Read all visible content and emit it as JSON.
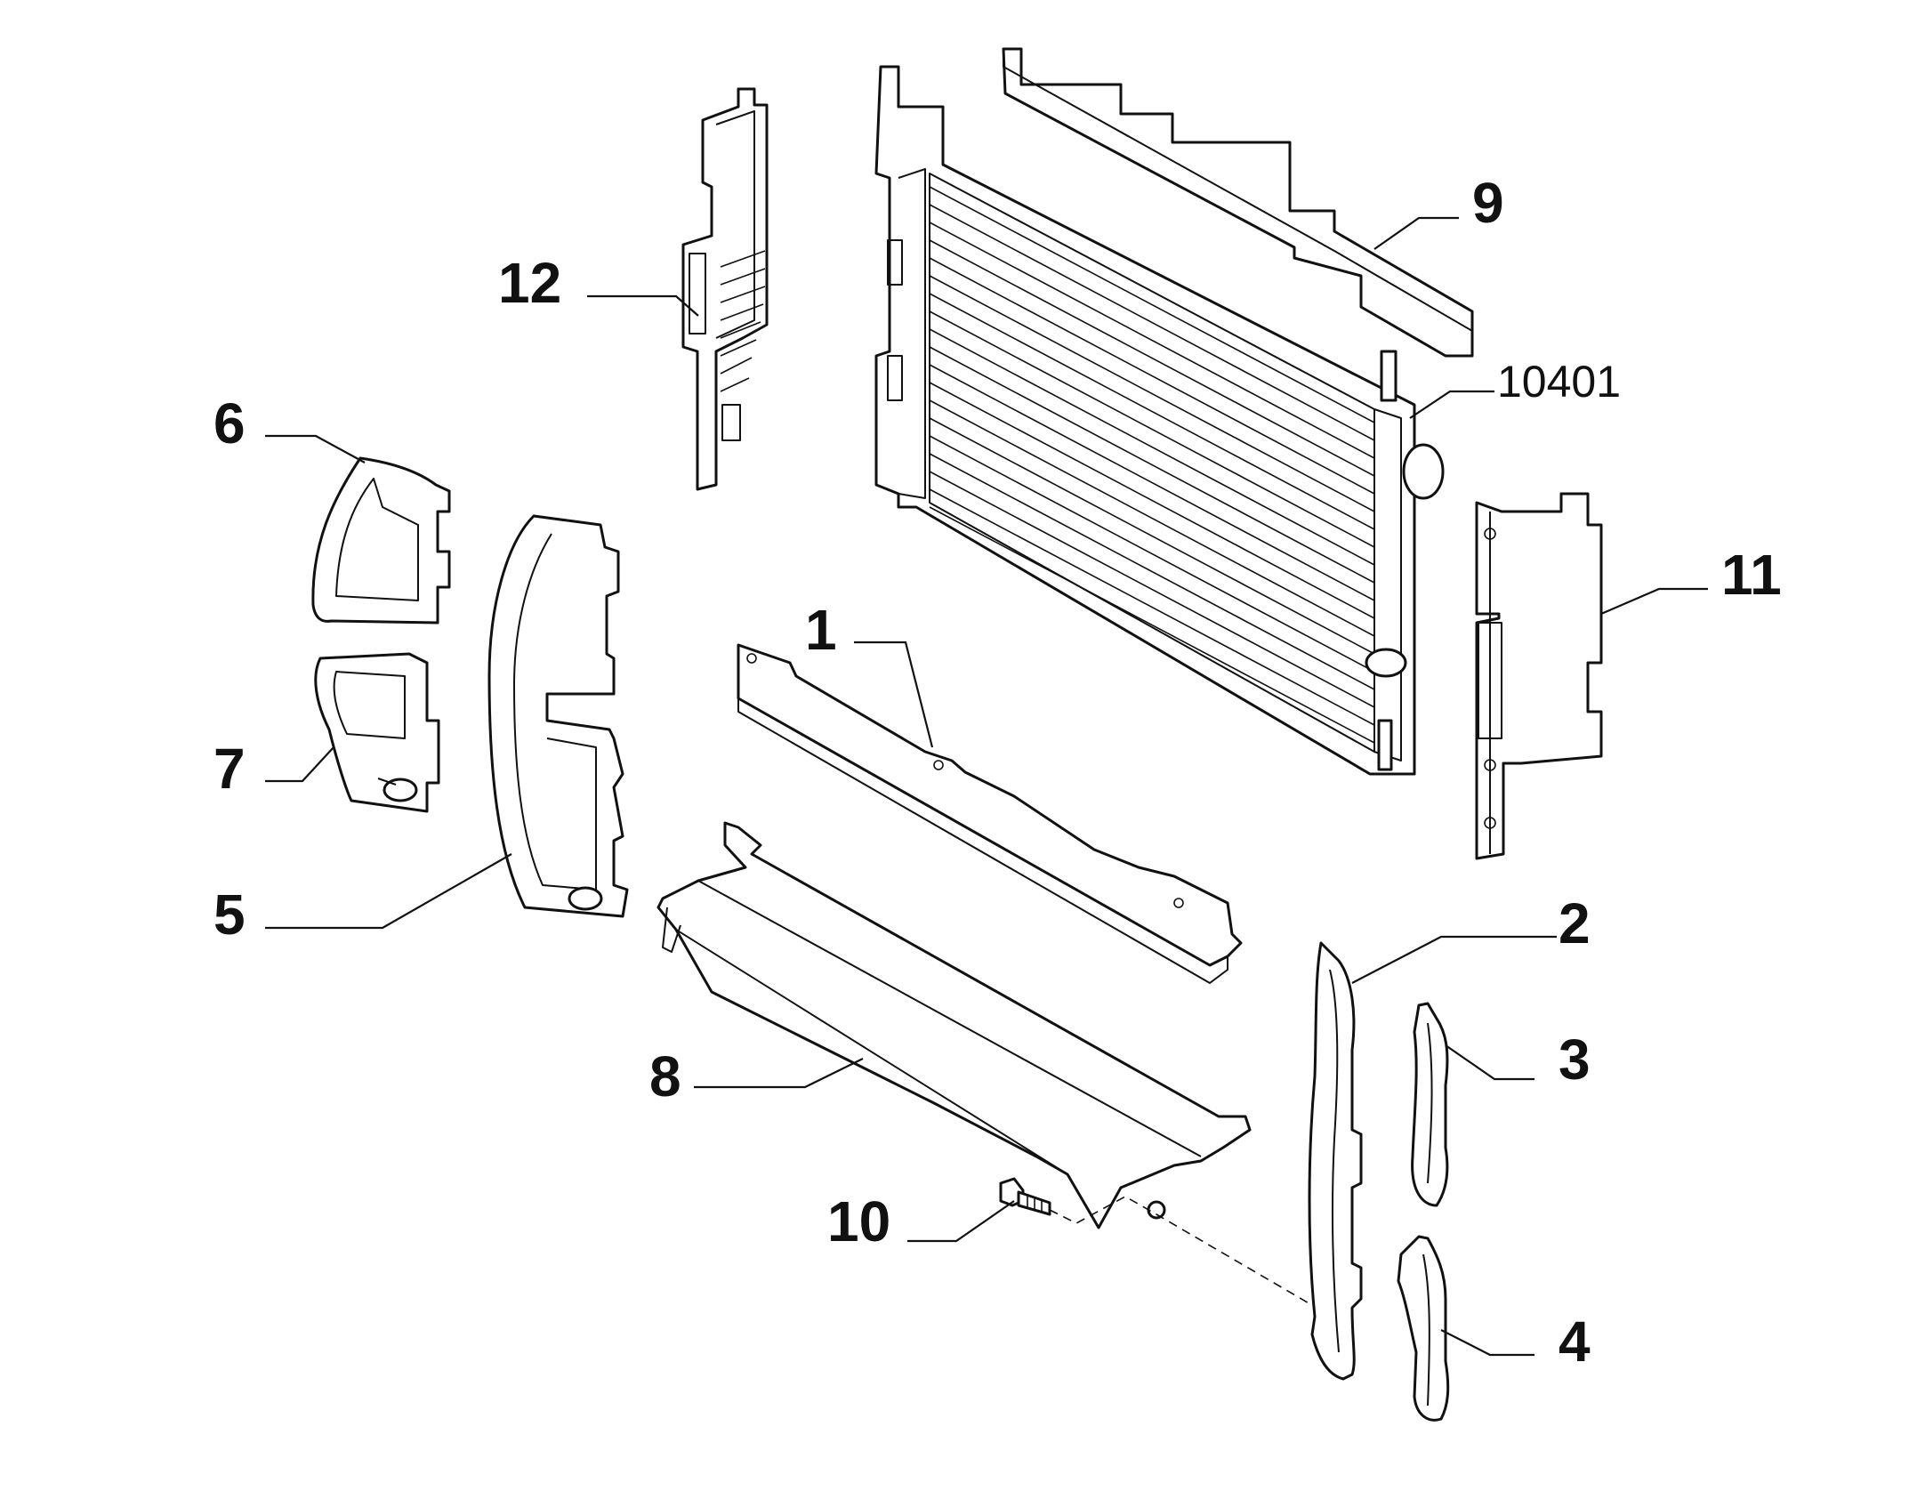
{
  "callouts": {
    "c1": "1",
    "c2": "2",
    "c3": "3",
    "c4": "4",
    "c5": "5",
    "c6": "6",
    "c7": "7",
    "c8": "8",
    "c9": "9",
    "c10": "10",
    "c11": "11",
    "c12": "12",
    "c10401": "10401"
  }
}
